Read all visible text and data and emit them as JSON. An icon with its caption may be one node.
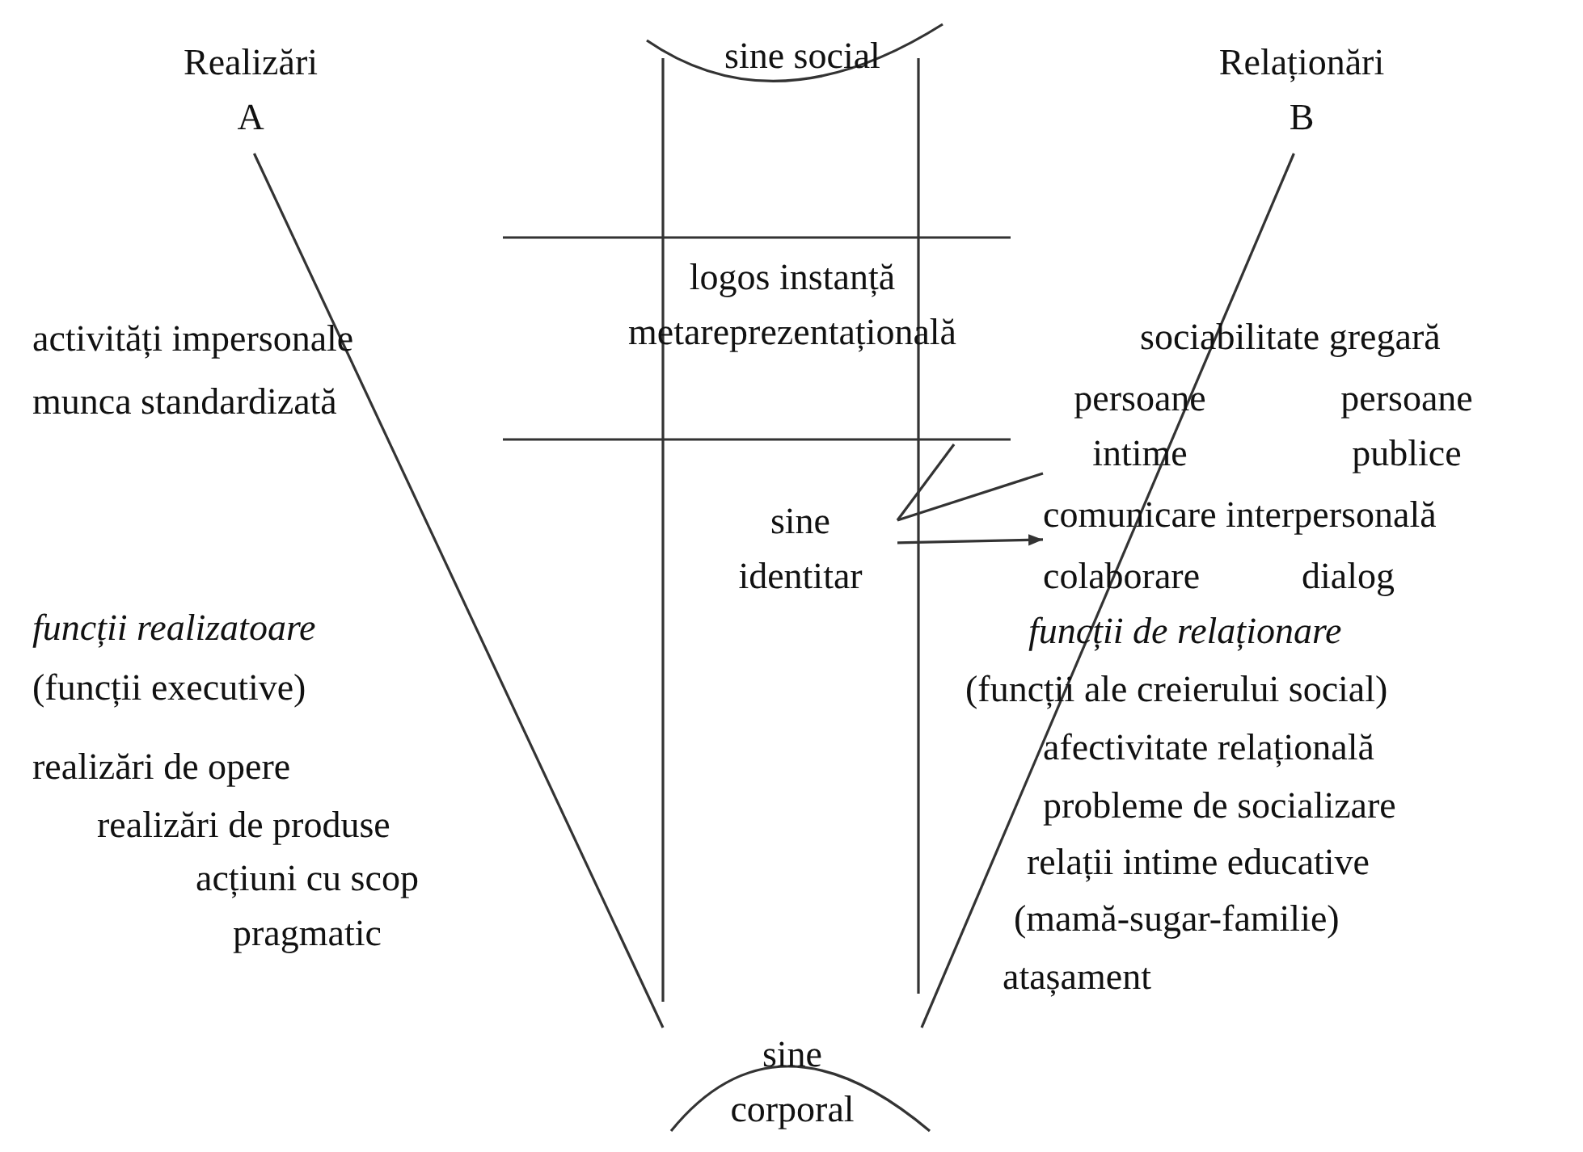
{
  "diagram": {
    "nodes": [
      {
        "text": [
          "Realizări",
          "A"
        ]
      },
      {
        "text": [
          "Relaționări",
          "B"
        ]
      },
      {
        "text": [
          "sine identitar"
        ]
      },
      {
        "text": [
          "persoane intime"
        ]
      },
      {
        "text": [
          "sine corporal"
        ]
      },
      {
        "text": [
          "comunicare interpersonală"
        ]
      }
    ],
    "edges": [
      {
        "from": 0,
        "to": 4,
        "arrow": "none"
      },
      {
        "from": 1,
        "to": 4,
        "arrow": "none"
      },
      {
        "from": 2,
        "to": 3,
        "arrow": "none"
      },
      {
        "from": 2,
        "to": 5,
        "arrow": "to"
      }
    ],
    "labels": [
      "sine social",
      "logos instanță metareprezentațională",
      "activități impersonale",
      "sociabilitate gregară",
      "persoane publice",
      "munca standardizată",
      "colaborare",
      "dialog",
      "funcții realizatoare",
      "(funcții executive)",
      "funcții de relaționare",
      "(funcții ale creierului social)",
      "afectivitate relațională",
      "realizări de opere",
      "probleme de socializare",
      "realizări de produse",
      "relații intime educative",
      "acțiuni cu scop pragmatic",
      "(mamă-sugar-familie)",
      "atașament"
    ]
  }
}
